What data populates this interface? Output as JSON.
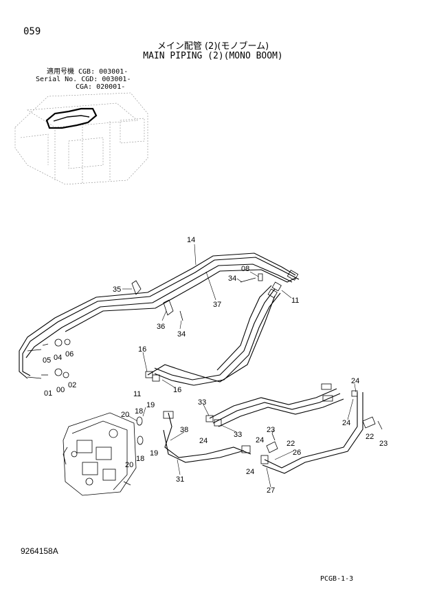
{
  "header": {
    "page_number": "059",
    "title_ja": "メイン配管 (2)(モノブーム)",
    "title_en": "MAIN PIPING (2)(MONO BOOM)"
  },
  "serials": {
    "line1": "適用号機 CGB: 003001-",
    "line2": "Serial No. CGD: 003001-",
    "line3": "CGA: 020001-"
  },
  "footer": {
    "doc_id": "9264158A",
    "page_code": "PCGB-1-3"
  },
  "callouts": {
    "c14": "14",
    "c08": "08",
    "c34a": "34",
    "c35": "35",
    "c11a": "11",
    "c37": "37",
    "c36": "36",
    "c34b": "34",
    "c05": "05",
    "c04": "04",
    "c06": "06",
    "c01": "01",
    "c00": "00",
    "c02": "02",
    "c16a": "16",
    "c11b": "11",
    "c16b": "16",
    "c24a": "24",
    "c24b": "24",
    "c22a": "22",
    "c23a": "23",
    "c33a": "33",
    "c33b": "33",
    "c24c": "24",
    "c23b": "23",
    "c22b": "22",
    "c20a": "20",
    "c18a": "18",
    "c19a": "19",
    "c38": "38",
    "c24d": "24",
    "c24e": "24",
    "c26": "26",
    "c20b": "20",
    "c18b": "18",
    "c19b": "19",
    "c31": "31",
    "c27": "27"
  }
}
